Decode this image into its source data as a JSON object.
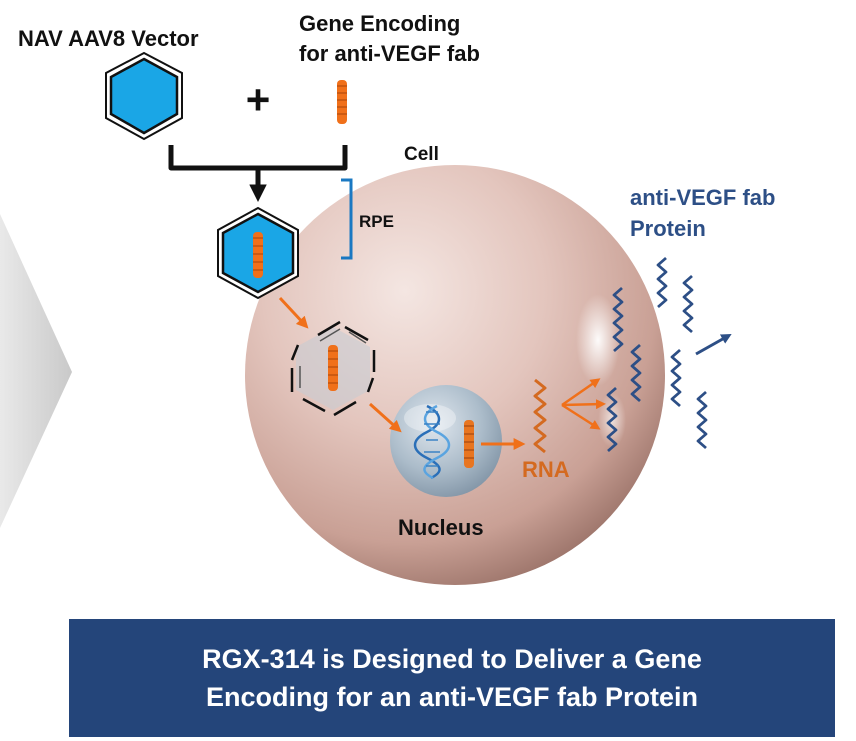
{
  "labels": {
    "vector": "NAV AAV8 Vector",
    "gene_line1": "Gene Encoding",
    "gene_line2": "for anti-VEGF fab",
    "plus": "+",
    "cell": "Cell",
    "rpe": "RPE",
    "protein_line1": "anti-VEGF fab",
    "protein_line2": "Protein",
    "rna": "RNA",
    "nucleus": "Nucleus"
  },
  "banner": {
    "line1": "RGX-314 is Designed to Deliver a Gene",
    "line2": "Encoding for an anti-VEGF fab Protein"
  },
  "colors": {
    "vector_blue": "#1aa6e6",
    "gene_orange": "#f0701a",
    "protein_blue": "#2d4f86",
    "banner_bg": "#24457a",
    "rpe_bracket": "#1a78c2"
  }
}
